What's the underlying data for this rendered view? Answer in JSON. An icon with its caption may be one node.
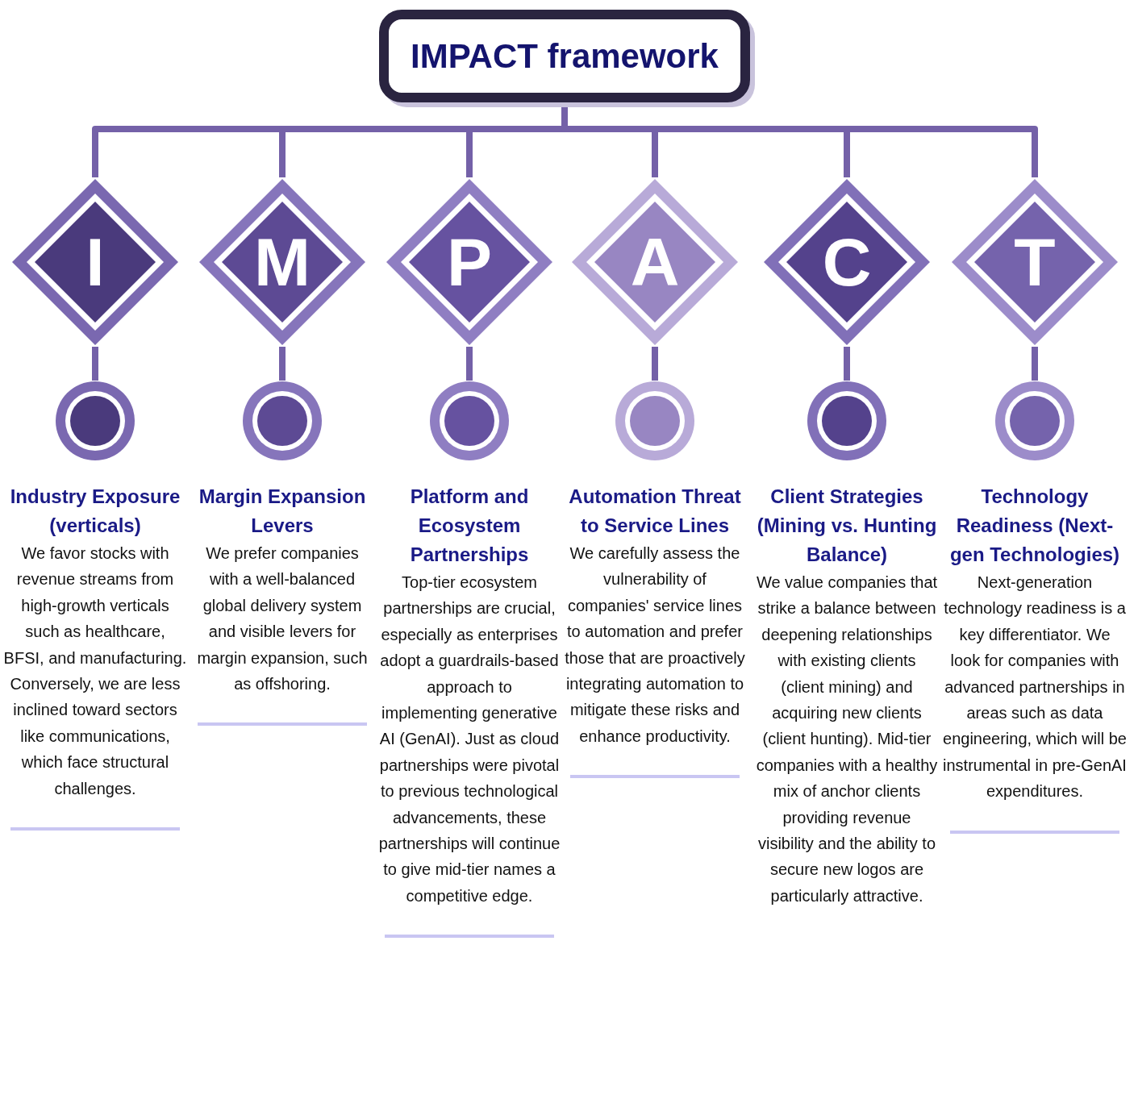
{
  "diagram": {
    "nodes": [
      {
        "text": [
          "IMPACT framework"
        ]
      },
      {
        "text": [
          "I"
        ]
      },
      {
        "text": [
          "M"
        ]
      },
      {
        "text": [
          "P"
        ]
      },
      {
        "text": [
          "A"
        ]
      },
      {
        "text": [
          "C"
        ]
      },
      {
        "text": [
          "T"
        ]
      },
      {
        "text": [],
        "shape": "circle",
        "beside": [
          "Industry Exposure (verticals)",
          "We favor stocks with revenue streams from high-growth verticals such as healthcare, BFSI, and manufacturing. Conversely, we are less inclined toward sectors like communications, which face structural challenges."
        ]
      },
      {
        "text": [],
        "shape": "circle",
        "beside": [
          "Margin Expansion Levers",
          "We prefer companies with a well-balanced global delivery system and visible levers for margin expansion, such as offshoring."
        ]
      },
      {
        "text": [],
        "shape": "circle",
        "beside": [
          "Platform and Ecosystem Partnerships",
          "Top-tier ecosystem partnerships are crucial, especially as enterprises adopt a guardrails-based approach to implementing generative AI (GenAI). Just as cloud partnerships were pivotal to previous technological advancements, these partnerships will continue to give mid-tier names a competitive edge."
        ]
      },
      {
        "text": [],
        "shape": "circle",
        "beside": [
          "Automation Threat to Service Lines",
          "We carefully assess the vulnerability of companies' service lines to automation and prefer those that are proactively integrating automation to mitigate these risks and enhance productivity."
        ]
      },
      {
        "text": [],
        "shape": "circle",
        "beside": [
          "Client Strategies (Mining vs. Hunting Balance)",
          "We value companies that strike a balance between deepening relationships with existing clients (client mining) and acquiring new clients (client hunting). Mid-tier companies with a healthy mix of anchor clients providing revenue visibility and the ability to secure new logos are particularly attractive."
        ]
      },
      {
        "text": [],
        "shape": "circle",
        "beside": [
          "Technology Readiness (Next-gen Technologies)",
          "Next-generation technology readiness is a key differentiator. We look for companies with advanced partnerships in areas such as data engineering, which will be instrumental in pre-GenAI expenditures."
        ]
      }
    ],
    "edges": [
      {
        "from": 0,
        "to": 1,
        "arrow": "none"
      },
      {
        "from": 0,
        "to": 2,
        "arrow": "none"
      },
      {
        "from": 0,
        "to": 3,
        "arrow": "none"
      },
      {
        "from": 0,
        "to": 4,
        "arrow": "none"
      },
      {
        "from": 0,
        "to": 5,
        "arrow": "none"
      },
      {
        "from": 0,
        "to": 6,
        "arrow": "none"
      },
      {
        "from": 1,
        "to": 7,
        "arrow": "none"
      },
      {
        "from": 2,
        "to": 8,
        "arrow": "none"
      },
      {
        "from": 3,
        "to": 9,
        "arrow": "none"
      },
      {
        "from": 4,
        "to": 10,
        "arrow": "none"
      },
      {
        "from": 5,
        "to": 11,
        "arrow": "none"
      },
      {
        "from": 6,
        "to": 12,
        "arrow": "none"
      }
    ]
  }
}
